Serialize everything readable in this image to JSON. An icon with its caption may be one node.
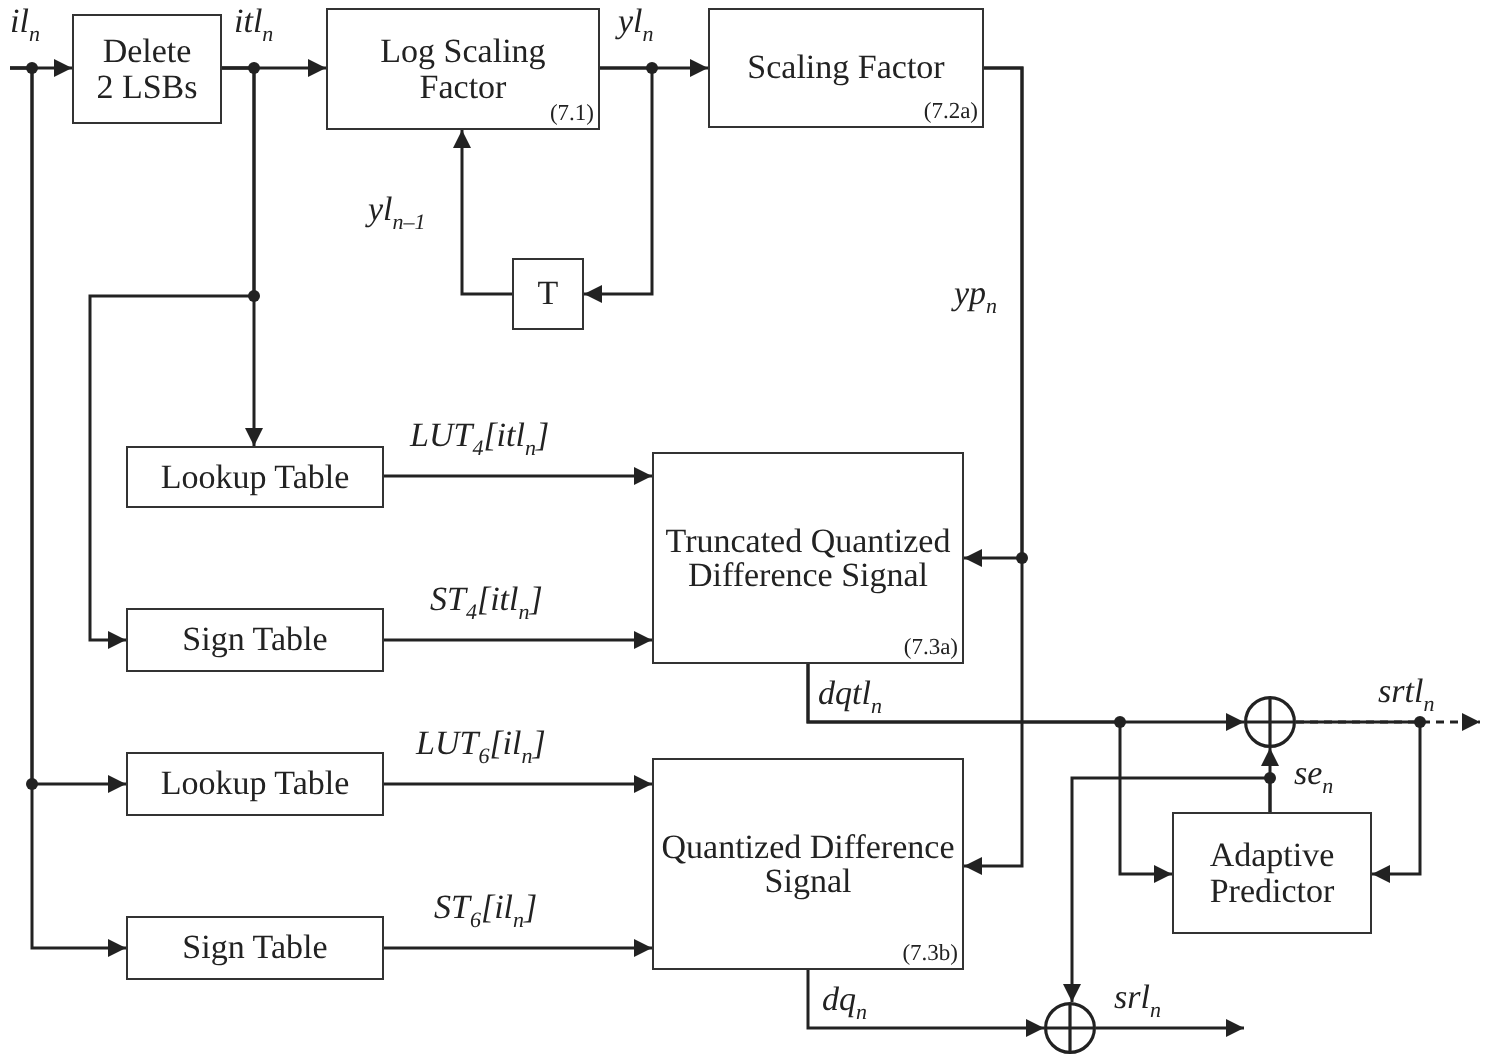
{
  "diagram": {
    "nodes": [
      {
        "text": [
          "Delete 2 LSBs"
        ]
      },
      {
        "text": [
          "Log Scaling Factor",
          "(7.1)"
        ]
      },
      {
        "text": [
          "Scaling Factor",
          "(7.2a)"
        ]
      },
      {
        "text": [
          "T"
        ]
      },
      {
        "text": [
          "Lookup Table"
        ]
      },
      {
        "text": [
          "Sign Table"
        ]
      },
      {
        "text": [
          "Truncated Quantized Difference Signal",
          "(7.3a)"
        ]
      },
      {
        "text": [
          "Lookup Table"
        ]
      },
      {
        "text": [
          "Sign Table"
        ]
      },
      {
        "text": [
          "Quantized Difference Signal",
          "(7.3b)"
        ]
      },
      {
        "text": [],
        "shape": "circle"
      },
      {
        "text": [
          "Adaptive Predictor"
        ]
      },
      {
        "text": [],
        "shape": "circle"
      }
    ],
    "edges": [
      {
        "from": null,
        "to": 0,
        "arrow": "to",
        "label": "il$_{n}$"
      },
      {
        "from": 0,
        "to": 1,
        "arrow": "to",
        "label": "itl$_{n}$"
      },
      {
        "from": 1,
        "to": 2,
        "arrow": "to",
        "label": "yl$_{n}$"
      },
      {
        "from": 1,
        "to": 3,
        "arrow": "to"
      },
      {
        "from": 3,
        "to": 1,
        "arrow": "to",
        "label": "yl$_{n–1}$"
      },
      {
        "from": 2,
        "to": 6,
        "arrow": "to",
        "label": "yp$_{n}$"
      },
      {
        "from": 2,
        "to": 9,
        "arrow": "to"
      },
      {
        "from": 0,
        "to": 4,
        "arrow": "to"
      },
      {
        "from": 0,
        "to": 5,
        "arrow": "to"
      },
      {
        "from": null,
        "to": 7,
        "arrow": "to"
      },
      {
        "from": null,
        "to": 8,
        "arrow": "to"
      },
      {
        "from": 4,
        "to": 6,
        "arrow": "to",
        "label": "LUT$_{4}$[itl$_{n}$]"
      },
      {
        "from": 5,
        "to": 6,
        "arrow": "to",
        "label": "ST$_{4}$[itl$_{n}$]"
      },
      {
        "from": 7,
        "to": 9,
        "arrow": "to",
        "label": "LUT$_{6}$[il$_{n}$]"
      },
      {
        "from": 8,
        "to": 9,
        "arrow": "to",
        "label": "ST$_{6}$[il$_{n}$]"
      },
      {
        "from": 6,
        "to": 10,
        "arrow": "to",
        "label": "dqtl$_{n}$"
      },
      {
        "from": 6,
        "to": 11,
        "arrow": "to"
      },
      {
        "from": 10,
        "to": null,
        "arrow": "to",
        "label": "srtl$_{n}$",
        "style": "dashed"
      },
      {
        "from": 10,
        "to": 11,
        "arrow": "to"
      },
      {
        "from": 11,
        "to": 10,
        "arrow": "to",
        "label": "se$_{n}$"
      },
      {
        "from": 11,
        "to": 12,
        "arrow": "to"
      },
      {
        "from": 9,
        "to": 12,
        "arrow": "to",
        "label": "dq$_{n}$"
      },
      {
        "from": 12,
        "to": null,
        "arrow": "to",
        "label": "srl$_{n}$"
      }
    ]
  }
}
